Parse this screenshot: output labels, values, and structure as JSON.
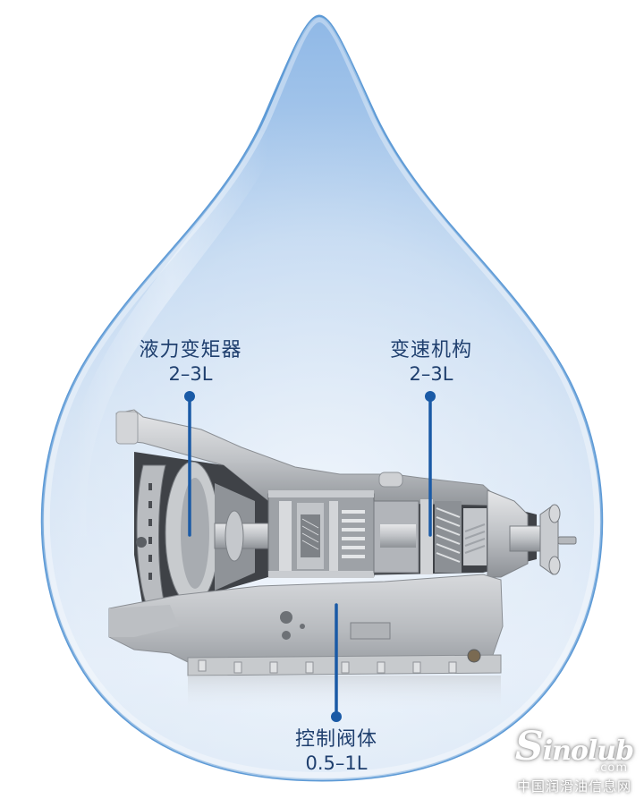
{
  "figure": {
    "subject": "automatic transmission cutaway inside an oil drop",
    "colors": {
      "drop_edge": "#5d9ad6",
      "drop_fill_top": "#a9c9ec",
      "drop_fill_bottom": "#eef4fb",
      "label_text": "#1f3f6e",
      "leader_line": "#1a5aa6",
      "metal_light": "#d9dbde",
      "metal_mid": "#a9adb2",
      "metal_dark": "#4a4d52"
    }
  },
  "callouts": [
    {
      "name": "液力变矩器",
      "volume": "2–3L"
    },
    {
      "name": "变速机构",
      "volume": "2–3L"
    },
    {
      "name": "控制阀体",
      "volume": "0.5–1L"
    }
  ],
  "watermark": {
    "logo": "Sinolub",
    "logo_initial": "S",
    "logo_rest": "inolub",
    "domain": ".com",
    "subtitle": "中国润滑油信息网"
  }
}
